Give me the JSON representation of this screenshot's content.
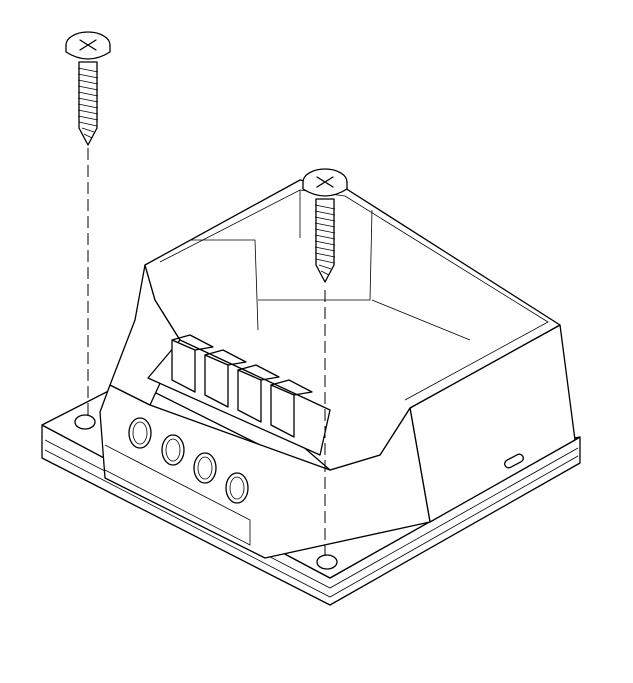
{
  "drawing": {
    "line_color": "#000000",
    "background": "#ffffff",
    "parts": [
      {
        "name": "screw",
        "count": 2
      },
      {
        "name": "enclosure"
      },
      {
        "name": "mounting-base"
      },
      {
        "name": "terminal-block",
        "positions": 4
      },
      {
        "name": "cable-entry-holes",
        "count": 4
      }
    ]
  }
}
